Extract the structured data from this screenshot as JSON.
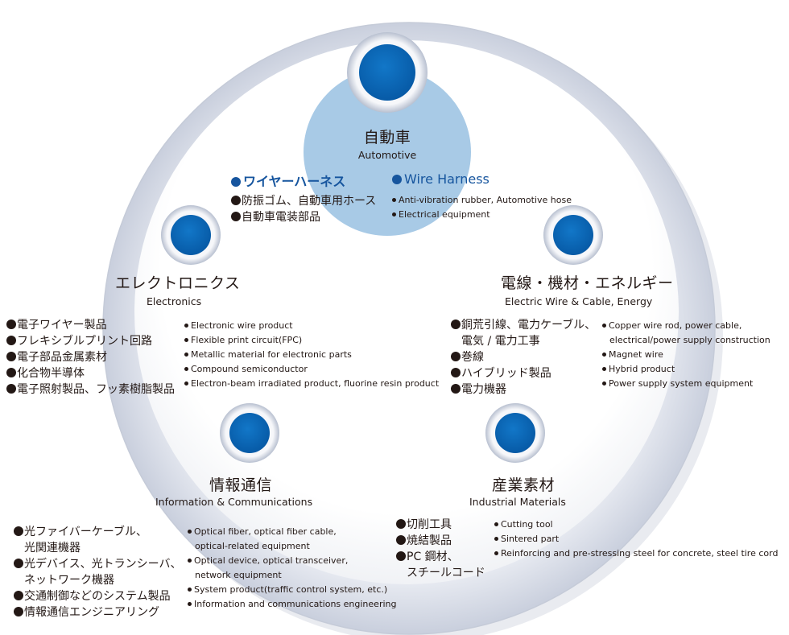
{
  "colors": {
    "accent": "#0a64b4",
    "highlight": "#16559e",
    "text": "#231815"
  },
  "automotive": {
    "title_jp": "自動車",
    "title_en": "Automotive",
    "highlight_jp": "ワイヤーハーネス",
    "highlight_en": "Wire Harness",
    "items_jp": [
      "防振ゴム、自動車用ホース",
      "自動車電装部品"
    ],
    "items_en": [
      "Anti-vibration rubber, Automotive hose",
      "Electrical equipment"
    ]
  },
  "electronics": {
    "title_jp": "エレクトロニクス",
    "title_en": "Electronics",
    "items_jp": [
      "電子ワイヤー製品",
      "フレキシブルプリント回路",
      "電子部品金属素材",
      "化合物半導体",
      "電子照射製品、フッ素樹脂製品"
    ],
    "items_en": [
      "Electronic wire product",
      "Flexible print circuit(FPC)",
      "Metallic material for electronic parts",
      "Compound semiconductor",
      "Electron-beam irradiated product, fluorine resin product"
    ]
  },
  "energy": {
    "title_jp": "電線・機材・エネルギー",
    "title_en": "Electric Wire & Cable, Energy",
    "items_jp": [
      "銅荒引線、電力ケーブル、",
      "電気 / 電力工事",
      "巻線",
      "ハイブリッド製品",
      "電力機器"
    ],
    "items_en": [
      "Copper wire rod, power cable,",
      "electrical/power supply construction",
      "Magnet wire",
      "Hybrid product",
      "Power supply system equipment"
    ]
  },
  "info": {
    "title_jp": "情報通信",
    "title_en": "Information & Communications",
    "items_jp": [
      "光ファイバーケーブル、",
      "光関連機器",
      "光デバイス、光トランシーバ、",
      "ネットワーク機器",
      "交通制御などのシステム製品",
      "情報通信エンジニアリング"
    ],
    "items_en": [
      "Optical fiber, optical fiber cable,",
      "optical-related equipment",
      "Optical device, optical transceiver,",
      "network equipment",
      "System product(traffic control system, etc.)",
      "Information and communications engineering"
    ]
  },
  "industrial": {
    "title_jp": "産業素材",
    "title_en": "Industrial Materials",
    "items_jp": [
      "切削工具",
      "焼結製品",
      "PC 鋼材、",
      "スチールコード"
    ],
    "items_en": [
      "Cutting tool",
      "Sintered part",
      "Reinforcing and pre-stressing steel for concrete, steel tire cord"
    ]
  }
}
